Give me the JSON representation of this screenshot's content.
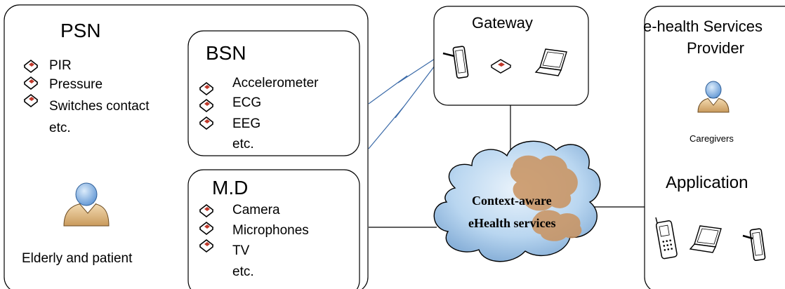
{
  "psn": {
    "title": "PSN",
    "items": [
      "PIR",
      "Pressure",
      "Switches contact"
    ],
    "more": "etc.",
    "person_label": "Elderly and patient"
  },
  "bsn": {
    "title": "BSN",
    "items": [
      "Accelerometer",
      "ECG",
      "EEG"
    ],
    "more": "etc."
  },
  "md": {
    "title": "M.D",
    "items": [
      "Camera",
      "Microphones",
      "TV"
    ],
    "more": "etc."
  },
  "gateway": {
    "title": "Gateway",
    "devices": [
      "tablet-icon",
      "sensor-node-icon",
      "laptop-icon"
    ]
  },
  "cloud": {
    "line1": "Context-aware",
    "line2": "eHealth services"
  },
  "provider": {
    "title_line1": "e-health Services",
    "title_line2": "Provider",
    "caregivers_label": "Caregivers",
    "application_title": "Application",
    "devices": [
      "mobile-phone-icon",
      "laptop-icon",
      "tablet-icon"
    ]
  },
  "colors": {
    "bolt": "#3a6aa8",
    "cloud_blue": "#a9cbea",
    "cloud_orange": "#c9925e",
    "person_head": "#7fb0e6",
    "person_body": "#e2bf8a"
  }
}
